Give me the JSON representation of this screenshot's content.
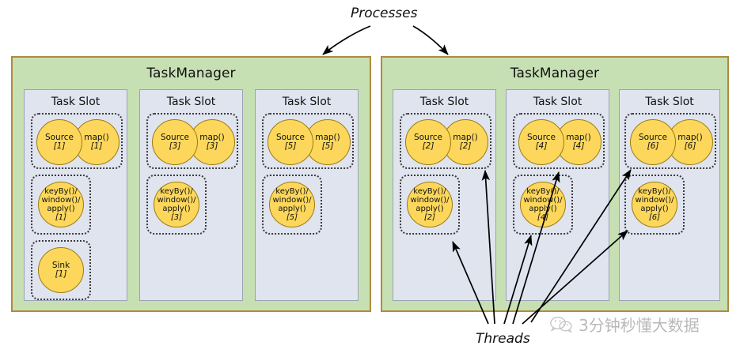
{
  "diagram": {
    "title": "Flink TaskManager task slots and threads",
    "annotations": {
      "processes": "Processes",
      "threads": "Threads"
    },
    "colors": {
      "process_fill": "#c6e0b4",
      "process_border": "#b08a3e",
      "slot_fill": "#dfe4ef",
      "slot_border": "#9aa3b4",
      "operator_fill": "#fcd75b",
      "operator_border": "#9c7c14",
      "task_boundary": "#3b3b3b",
      "arrow": "#000000",
      "watermark": "#b9b9b9"
    },
    "taskmanagers": [
      {
        "label": "TaskManager",
        "slots": [
          {
            "label": "Task Slot",
            "tasks": [
              {
                "kind": "chained-pair",
                "operators": [
                  {
                    "op": "Source",
                    "idx": "[1]"
                  },
                  {
                    "op": "map()",
                    "idx": "[1]"
                  }
                ]
              },
              {
                "kind": "single",
                "operators": [
                  {
                    "op": "keyBy()/\nwindow()/\napply()",
                    "idx": "[1]"
                  }
                ]
              },
              {
                "kind": "single",
                "operators": [
                  {
                    "op": "Sink",
                    "idx": "[1]"
                  }
                ]
              }
            ]
          },
          {
            "label": "Task Slot",
            "tasks": [
              {
                "kind": "chained-pair",
                "operators": [
                  {
                    "op": "Source",
                    "idx": "[3]"
                  },
                  {
                    "op": "map()",
                    "idx": "[3]"
                  }
                ]
              },
              {
                "kind": "single",
                "operators": [
                  {
                    "op": "keyBy()/\nwindow()/\napply()",
                    "idx": "[3]"
                  }
                ]
              }
            ]
          },
          {
            "label": "Task Slot",
            "tasks": [
              {
                "kind": "chained-pair",
                "operators": [
                  {
                    "op": "Source",
                    "idx": "[5]"
                  },
                  {
                    "op": "map()",
                    "idx": "[5]"
                  }
                ]
              },
              {
                "kind": "single",
                "operators": [
                  {
                    "op": "keyBy()/\nwindow()/\napply()",
                    "idx": "[5]"
                  }
                ]
              }
            ]
          }
        ]
      },
      {
        "label": "TaskManager",
        "slots": [
          {
            "label": "Task Slot",
            "tasks": [
              {
                "kind": "chained-pair",
                "operators": [
                  {
                    "op": "Source",
                    "idx": "[2]"
                  },
                  {
                    "op": "map()",
                    "idx": "[2]"
                  }
                ]
              },
              {
                "kind": "single",
                "operators": [
                  {
                    "op": "keyBy()/\nwindow()/\napply()",
                    "idx": "[2]"
                  }
                ]
              }
            ]
          },
          {
            "label": "Task Slot",
            "tasks": [
              {
                "kind": "chained-pair",
                "operators": [
                  {
                    "op": "Source",
                    "idx": "[4]"
                  },
                  {
                    "op": "map()",
                    "idx": "[4]"
                  }
                ]
              },
              {
                "kind": "single",
                "operators": [
                  {
                    "op": "keyBy()/\nwindow()/\napply()",
                    "idx": "[4]"
                  }
                ]
              }
            ]
          },
          {
            "label": "Task Slot",
            "tasks": [
              {
                "kind": "chained-pair",
                "operators": [
                  {
                    "op": "Source",
                    "idx": "[6]"
                  },
                  {
                    "op": "map()",
                    "idx": "[6]"
                  }
                ]
              },
              {
                "kind": "single",
                "operators": [
                  {
                    "op": "keyBy()/\nwindow()/\napply()",
                    "idx": "[6]"
                  }
                ]
              }
            ]
          }
        ]
      }
    ]
  },
  "watermark": {
    "text": "3分钟秒懂大数据"
  }
}
